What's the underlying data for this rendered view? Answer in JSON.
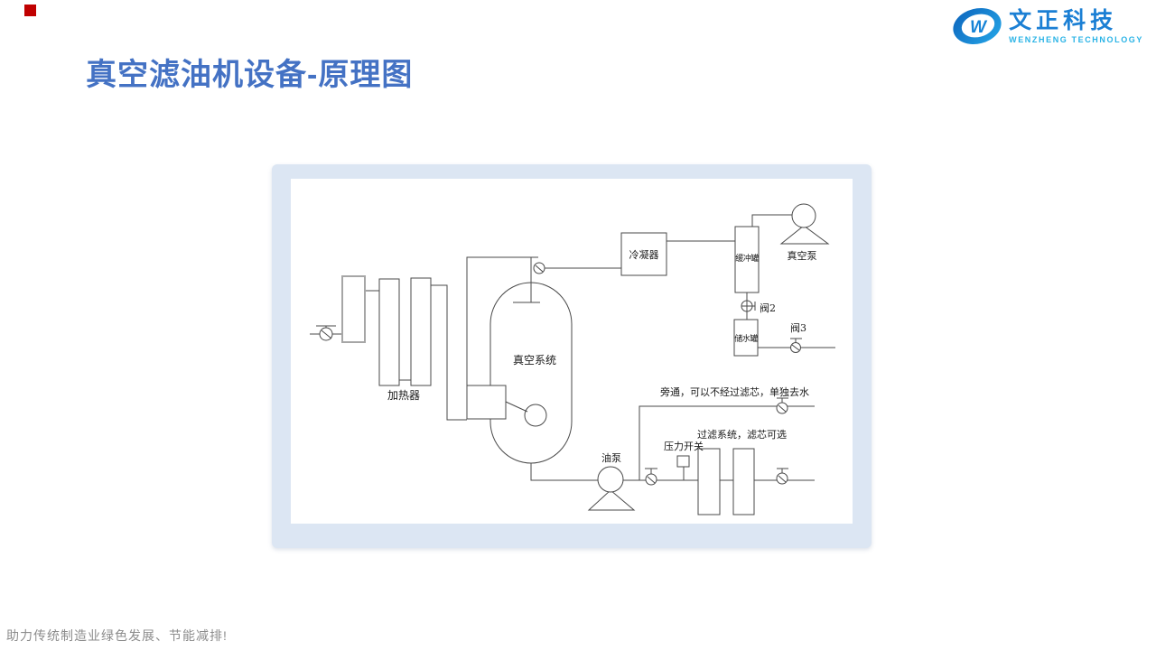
{
  "slide": {
    "marker_color": "#C00000",
    "title": "真空滤油机设备-原理图",
    "title_color": "#4472C4",
    "footer": "助力传统制造业绿色发展、节能减排!"
  },
  "logo": {
    "monogram": "W",
    "brand": "文正科技",
    "subtitle": "WENZHENG TECHNOLOGY",
    "brand_color": "#1B7FD4",
    "subtitle_color": "#29B3E6"
  },
  "diagram": {
    "frame_color": "#DCE6F3",
    "components": {
      "heater": "加热器",
      "vacuum_system": "真空系统",
      "condenser": "冷凝器",
      "buffer_tank": "缓冲罐",
      "vacuum_pump": "真空泵",
      "valve_2": "阀2",
      "water_tank": "储水罐",
      "valve_3": "阀3",
      "oil_pump": "油泵",
      "pressure_switch": "压力开关"
    },
    "notes": {
      "bypass": "旁通，可以不经过滤芯，单独去水",
      "filter": "过滤系统，滤芯可选"
    }
  }
}
